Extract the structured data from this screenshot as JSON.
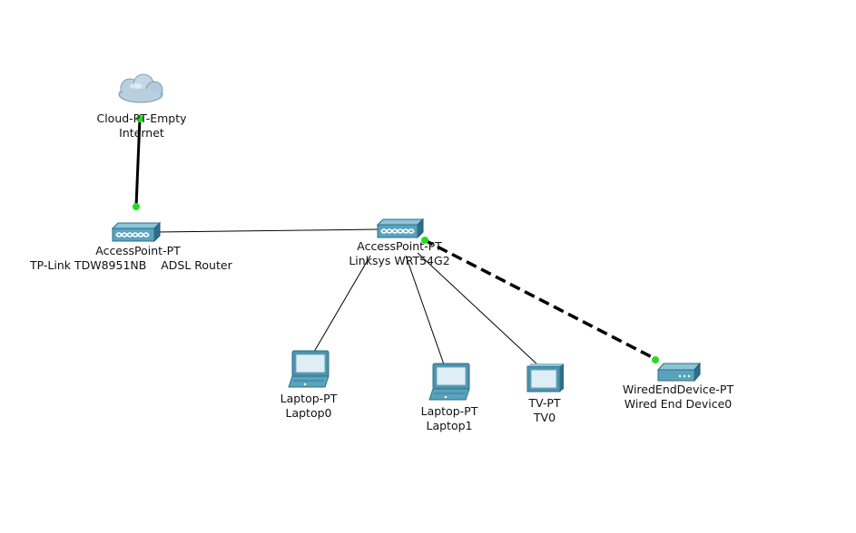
{
  "colors": {
    "link_dot": "#22dd22",
    "wire": "#000000",
    "device_body": "#5aa3bd",
    "device_dark": "#2d6f88",
    "cloud": "#a9c3d3"
  },
  "devices": {
    "cloud": {
      "icon": "cloud-icon",
      "model": "Cloud-PT-Empty",
      "name": "Internet"
    },
    "ap_tplink": {
      "icon": "access-point-icon",
      "model": "AccessPoint-PT",
      "name": "TP-Link TDW8951NB    ADSL Router"
    },
    "ap_linksys": {
      "icon": "access-point-icon",
      "model": "AccessPoint-PT",
      "name": "Linksys WRT54G2"
    },
    "laptop0": {
      "icon": "laptop-icon",
      "model": "Laptop-PT",
      "name": "Laptop0"
    },
    "laptop1": {
      "icon": "laptop-icon",
      "model": "Laptop-PT",
      "name": "Laptop1"
    },
    "tv0": {
      "icon": "tv-icon",
      "model": "TV-PT",
      "name": "TV0"
    },
    "wired0": {
      "icon": "wired-end-device-icon",
      "model": "WiredEndDevice-PT",
      "name": "Wired End Device0"
    }
  }
}
